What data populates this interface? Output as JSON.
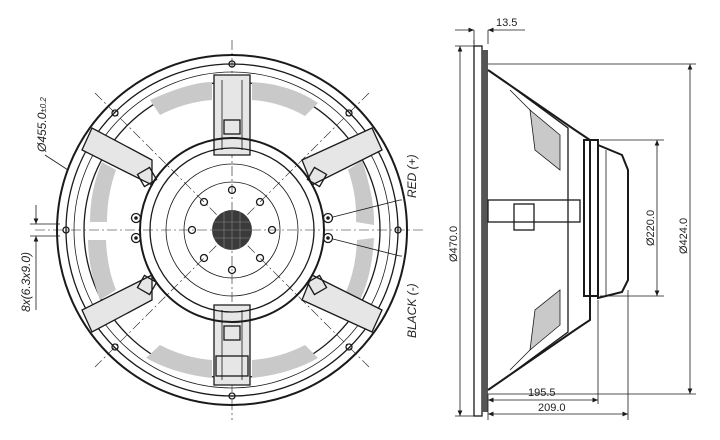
{
  "front_view": {
    "outer_diameter_label": "Ø455.0",
    "outer_diameter_tol": "±0.2",
    "mount_holes_label": "8x(6.3x9.0)",
    "terminal_positive": "RED (+)",
    "terminal_negative": "BLACK (-)"
  },
  "side_view": {
    "flange_thickness": "13.5",
    "overall_diameter": "Ø470.0",
    "magnet_diameter": "Ø220.0",
    "mounting_diameter": "Ø424.0",
    "depth_to_magnet": "195.5",
    "overall_depth": "209.0"
  }
}
